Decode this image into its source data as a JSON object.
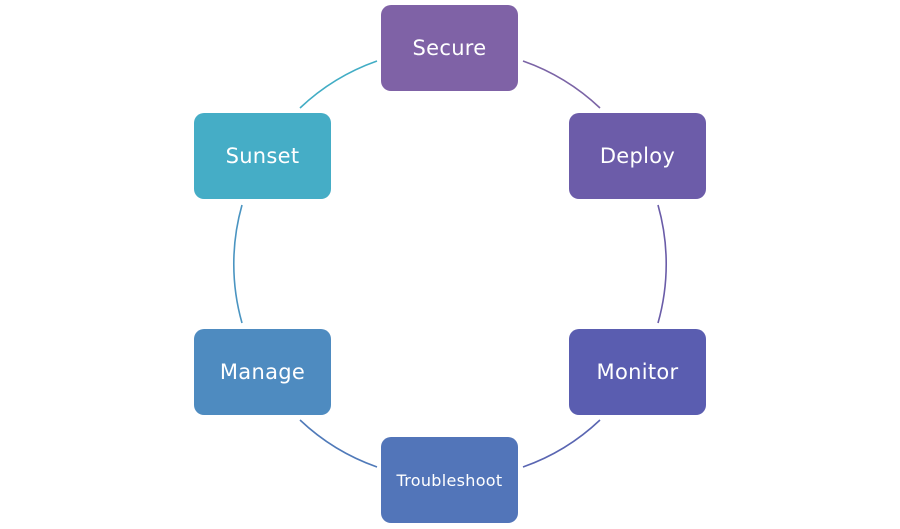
{
  "diagram": {
    "type": "cycle",
    "nodes": [
      {
        "id": "secure",
        "label": "Secure",
        "color": "#7f62a6"
      },
      {
        "id": "deploy",
        "label": "Deploy",
        "color": "#6c5ca9"
      },
      {
        "id": "monitor",
        "label": "Monitor",
        "color": "#5a5db0"
      },
      {
        "id": "troubleshoot",
        "label": "Troubleshoot",
        "color": "#5275b9"
      },
      {
        "id": "manage",
        "label": "Manage",
        "color": "#4e8bc0"
      },
      {
        "id": "sunset",
        "label": "Sunset",
        "color": "#45adc6"
      }
    ],
    "edges": [
      {
        "from": "secure",
        "to": "deploy",
        "color": "#7b64a6"
      },
      {
        "from": "deploy",
        "to": "monitor",
        "color": "#6a5ca8"
      },
      {
        "from": "monitor",
        "to": "troubleshoot",
        "color": "#5a66b2"
      },
      {
        "from": "troubleshoot",
        "to": "manage",
        "color": "#507ab9"
      },
      {
        "from": "manage",
        "to": "sunset",
        "color": "#4a94c1"
      },
      {
        "from": "sunset",
        "to": "secure",
        "color": "#42adc5"
      }
    ]
  }
}
